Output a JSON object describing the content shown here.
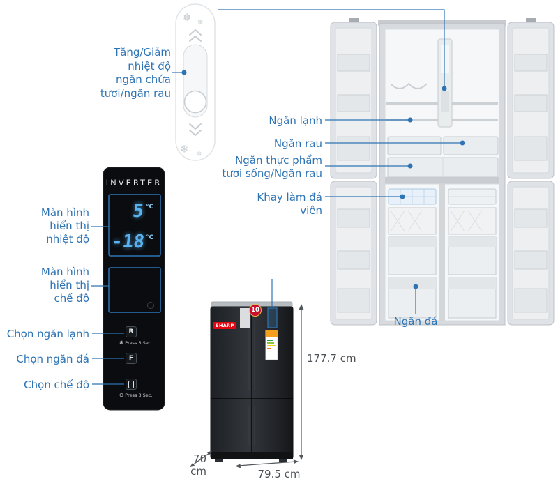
{
  "callouts": {
    "temp_control": "Tăng/Giảm\nnhiệt độ\nngăn chứa\ntươi/ngăn rau",
    "cool_compartment": "Ngăn lạnh",
    "veg_compartment": "Ngăn rau",
    "fresh_food": "Ngăn thực phẩm\ntươi sống/Ngăn rau",
    "ice_tray": "Khay làm đá viên",
    "freezer": "Ngăn đá",
    "temp_display": "Màn hình\nhiển thị\nnhiệt độ",
    "mode_display": "Màn hình\nhiển thị\nchế độ",
    "select_cool": "Chọn ngăn lạnh",
    "select_freezer": "Chọn ngăn đá",
    "select_mode": "Chọn chế độ"
  },
  "panel": {
    "brand": "INVERTER",
    "fridge_temp": "5",
    "freezer_temp": "-18",
    "temp_unit": "°C",
    "button_r": "R",
    "button_f": "F",
    "press_hint": "Press 3 Sec."
  },
  "product": {
    "brand": "SHARP",
    "warranty_badge": "10"
  },
  "dimensions": {
    "height": "177.7 cm",
    "depth": "70 cm",
    "width": "79.5 cm"
  },
  "icons": {
    "snowflake": "❄",
    "lock": "⊙"
  },
  "colors": {
    "accent_blue": "#2e74b5",
    "digit_blue": "#58b2f0",
    "panel_black": "#0a0c0f",
    "fridge_silver": "#dfe2e6",
    "sharp_red": "#e30613"
  }
}
